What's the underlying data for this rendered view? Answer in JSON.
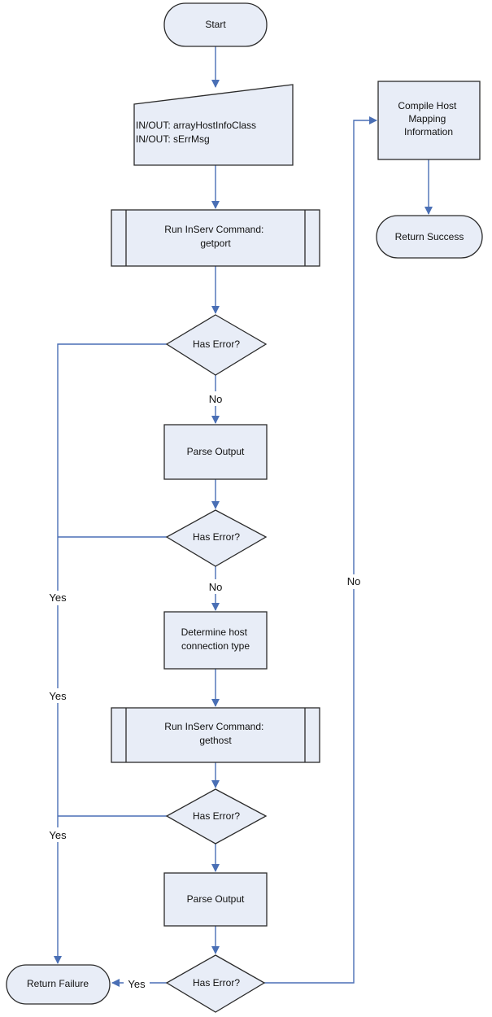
{
  "flowchart": {
    "nodes": {
      "start": {
        "lines": [
          "Start"
        ]
      },
      "io": {
        "lines": [
          "IN/OUT: arrayHostInfoClass",
          "IN/OUT: sErrMsg"
        ]
      },
      "getport": {
        "lines": [
          "Run InServ Command:",
          "getport"
        ]
      },
      "error1": {
        "lines": [
          "Has Error?"
        ]
      },
      "parse1": {
        "lines": [
          "Parse Output"
        ]
      },
      "error2": {
        "lines": [
          "Has Error?"
        ]
      },
      "determine": {
        "lines": [
          "Determine host",
          "connection type"
        ]
      },
      "gethost": {
        "lines": [
          "Run InServ Command:",
          "gethost"
        ]
      },
      "error3": {
        "lines": [
          "Has Error?"
        ]
      },
      "parse2": {
        "lines": [
          "Parse Output"
        ]
      },
      "error4": {
        "lines": [
          "Has Error?"
        ]
      },
      "fail": {
        "lines": [
          "Return Failure"
        ]
      },
      "compile": {
        "lines": [
          "Compile Host",
          "Mapping",
          "Information"
        ]
      },
      "success": {
        "lines": [
          "Return Success"
        ]
      }
    },
    "edge_labels": {
      "no1": "No",
      "no2": "No",
      "no3": "No",
      "yes1": "Yes",
      "yes2": "Yes",
      "yes3": "Yes",
      "yes4": "Yes"
    }
  }
}
